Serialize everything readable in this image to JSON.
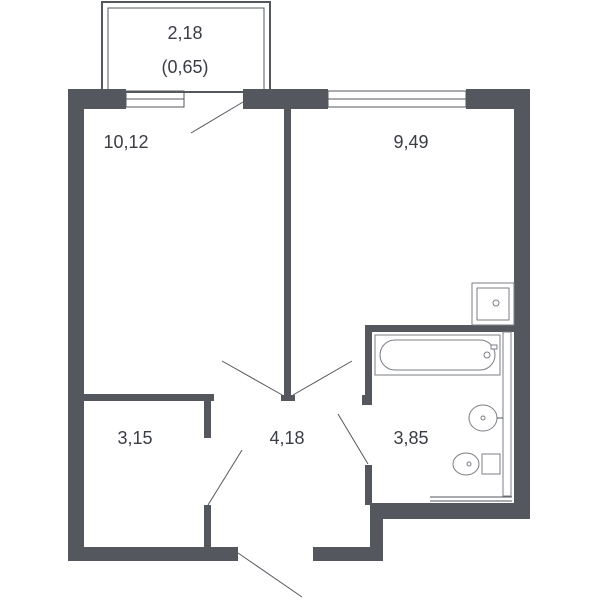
{
  "rooms": {
    "balcony": {
      "area": "2,18",
      "reduced_area": "(0,65)"
    },
    "room_left": {
      "area": "10,12"
    },
    "room_right": {
      "area": "9,49"
    },
    "storage": {
      "area": "3,15"
    },
    "hall": {
      "area": "4,18"
    },
    "bathroom": {
      "area": "3,85"
    }
  },
  "colors": {
    "wall": "#54575e",
    "text": "#3a3d44",
    "fixture_stroke": "#7a7d84"
  }
}
